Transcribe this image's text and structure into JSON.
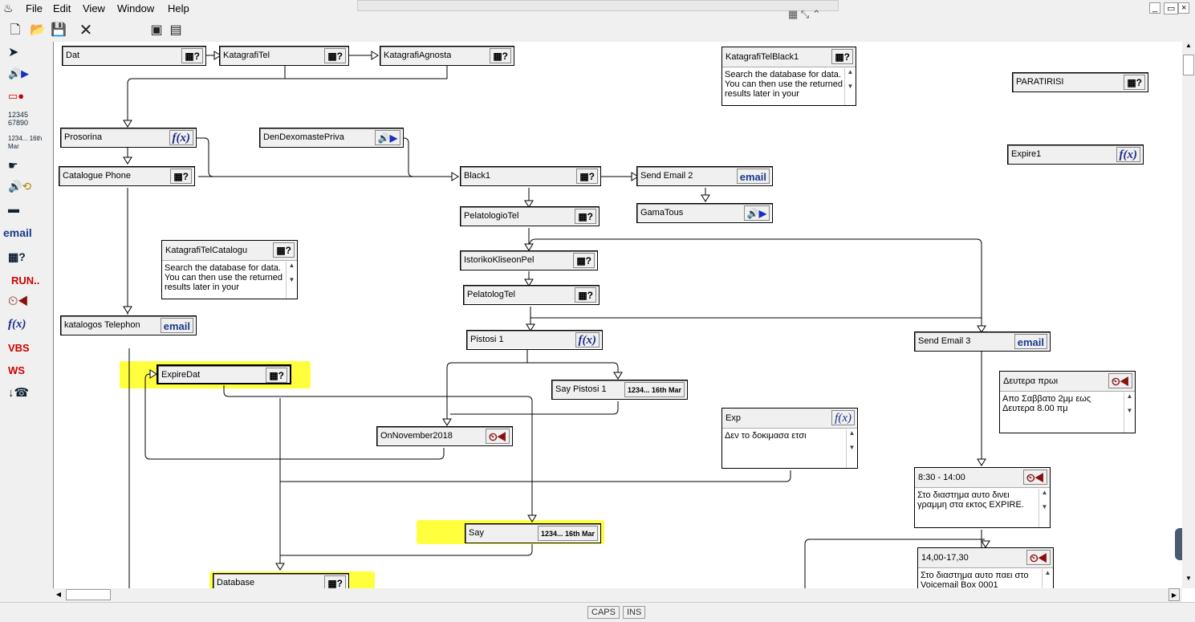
{
  "menu": {
    "file": "File",
    "edit": "Edit",
    "view": "View",
    "window": "Window",
    "help": "Help"
  },
  "palette": {
    "email": "email",
    "run": "RUN..",
    "fx": "f(x)",
    "vbs": "VBS",
    "ws": "WS",
    "num": "12345 67890",
    "date": "1234... 16th Mar"
  },
  "icons": {
    "fx": "f(x)",
    "email": "email",
    "query": "▦?",
    "say": "1234... 16th Mar",
    "speaker": "🔊▶",
    "clock": "⏲◀"
  },
  "nodes": {
    "dat": "Dat",
    "katagrafitel": "KatagrafiTel",
    "katagrafiagnosta": "KatagrafiAgnosta",
    "prosorina": "Prosorina",
    "dendexomastepriva": "DenDexomastePriva",
    "catalogue_phone": "Catalogue Phone",
    "black1": "Black1",
    "send_email_2": "Send Email 2",
    "gamatous": "GamaTous",
    "pelatologiotel": "PelatologioTel",
    "istorikokliseonpel": "IstorikoKliseonPel",
    "pelatologtel": "PelatologTel",
    "katalogos_telephone": "katalogos Telephone",
    "pistosi_1": "Pistosi 1",
    "send_email_3": "Send Email 3",
    "expiredat": "ExpireDat",
    "say_pistosi_1": "Say Pistosi 1",
    "onnovember2018": "OnNovember2018",
    "say": "Say",
    "database": "Database",
    "paratirisi": "PARATIRISI",
    "expire1": "Expire1"
  },
  "notes": {
    "katagrafitelblack1": {
      "title": "KatagrafiTelBlack1",
      "text": "Search the database for data. You can then use the returned results later in your"
    },
    "katagrafitelcatalog": {
      "title": "KatagrafiTelCatalogu",
      "text": "Search the database for data. You can then use the returned results later in your"
    },
    "deutera": {
      "title": "Δευτερα πρωι",
      "text": "Απο Σαββατο 2μμ εως Δευτερα 8.00 πμ"
    },
    "exp": {
      "title": "Exp",
      "text": "Δεν το δοκιμασα ετσι"
    },
    "t830": {
      "title": "8:30 - 14:00",
      "text": "Στο διαστημα αυτο δινει γραμμη στα εκτος EXPIRE."
    },
    "t1400": {
      "title": "14,00-17,30",
      "text": "Στο διαστημα αυτο παει στο Voicemail Box 0001"
    }
  },
  "status": {
    "caps": "CAPS",
    "ins": "INS"
  },
  "colors": {
    "highlight": "#ffff33",
    "chrome": "#f0f0f0"
  }
}
